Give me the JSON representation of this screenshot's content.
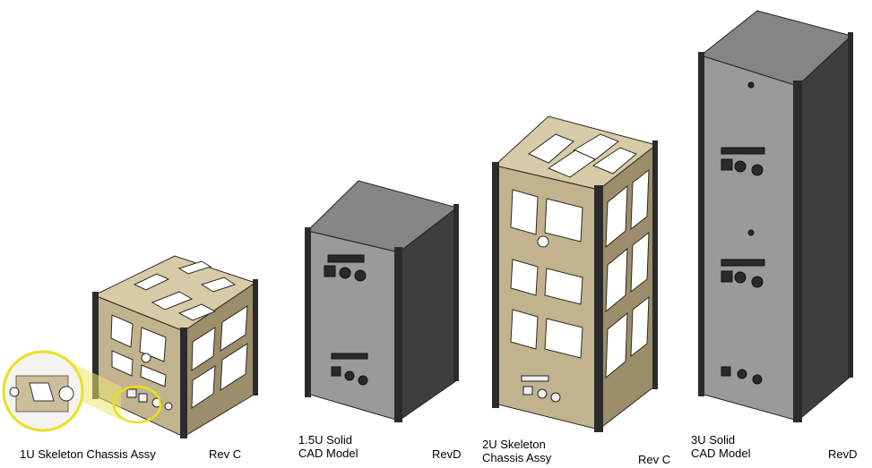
{
  "colors": {
    "skeleton_face": "#c2b38f",
    "skeleton_side": "#9c8e6a",
    "skeleton_top": "#d7caa6",
    "skeleton_edge": "#2c2a22",
    "solid_front": "#9a9a9a",
    "solid_side": "#3e3e3e",
    "solid_top": "#858585",
    "rail": "#2b2b2b",
    "zoom_highlight": "#e8e21a"
  },
  "icons": [
    "magnifier-callout-icon"
  ],
  "models": [
    {
      "id": "1u",
      "style": "skeleton",
      "name": "1U Skeleton Chassis Assy",
      "rev": "Rev C"
    },
    {
      "id": "15u",
      "style": "solid",
      "name": "1.5U Solid\nCAD Model",
      "rev": "RevD"
    },
    {
      "id": "2u",
      "style": "skeleton",
      "name": "2U Skeleton\nChassis Assy",
      "rev": "Rev C"
    },
    {
      "id": "3u",
      "style": "solid",
      "name": "3U Solid\nCAD Model",
      "rev": "RevD"
    }
  ]
}
